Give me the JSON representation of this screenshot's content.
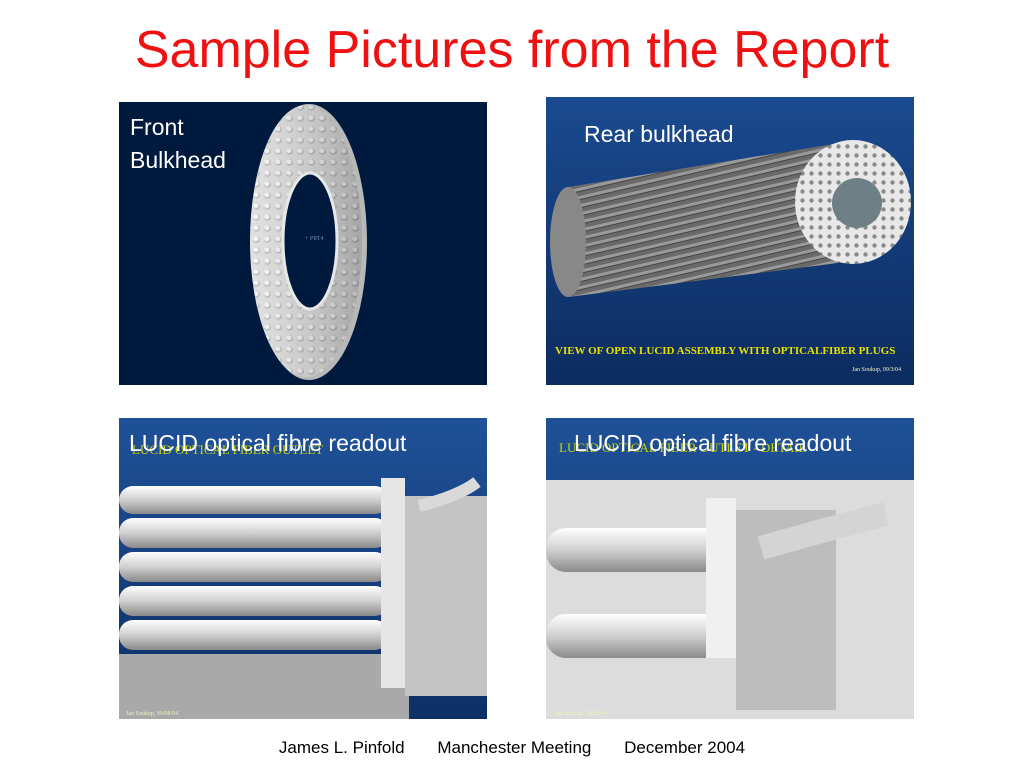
{
  "slide": {
    "title": "Sample Pictures from the Report"
  },
  "panels": {
    "front": {
      "caption_line1": "Front",
      "caption_line2": "Bulkhead",
      "center_mark": "+ PRT4"
    },
    "rear": {
      "caption": "Rear bulkhead",
      "banner": "VIEW OF OPEN LUCID ASSEMBLY WITH OPTICALFIBER PLUGS",
      "signature": "Jan Soukup,  09/3/04"
    },
    "readout1": {
      "caption": "LUCID optical fibre readout",
      "underlay": "LUCID OPTICAL FIBER OUTLET",
      "signature": "Jan Soukup,  09/08/04"
    },
    "readout2": {
      "caption": "LUCID optical fibre readout",
      "underlay": "LUCID OPTICAL FIBER OUTLET - DETAIL",
      "signature": "Jan Soukup,  09/08/04"
    }
  },
  "footer": {
    "author": "James L. Pinfold",
    "event": "Manchester Meeting",
    "date": "December 2004"
  },
  "colors": {
    "title": "#ee1111",
    "panel_dark_navy": "#001a3d",
    "panel_blue": "#1a4a90",
    "caption_text": "#ffffff"
  }
}
